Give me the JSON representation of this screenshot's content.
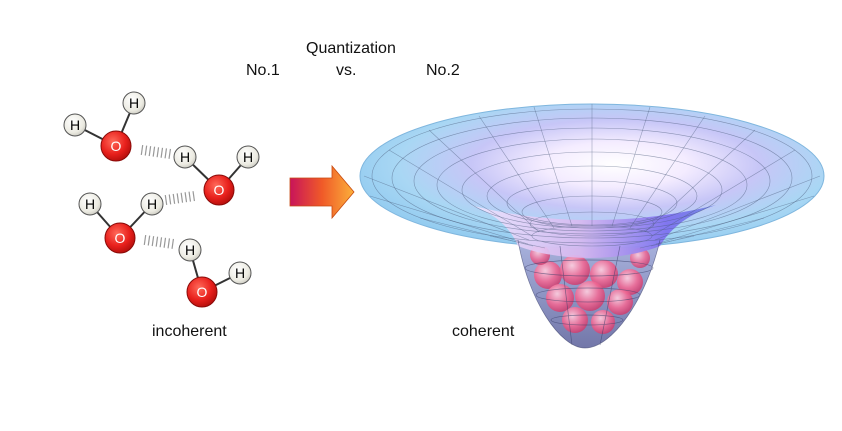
{
  "header": {
    "title": "Quantization",
    "left": "No.1",
    "middle": "vs.",
    "right": "No.2"
  },
  "captions": {
    "left": "incoherent",
    "right": "coherent"
  },
  "atoms": {
    "hydrogen": "H",
    "oxygen": "O"
  },
  "colors": {
    "oxygen": "#e8201c",
    "hydrogen_fill": "#ecebe2",
    "arrow_start": "#d4145a",
    "arrow_end": "#fbb03b",
    "funnel_rim": "#8ec9ef",
    "funnel_center": "#ffffff",
    "funnel_violet": "#7b6cf0",
    "particles": "#f06a95"
  }
}
